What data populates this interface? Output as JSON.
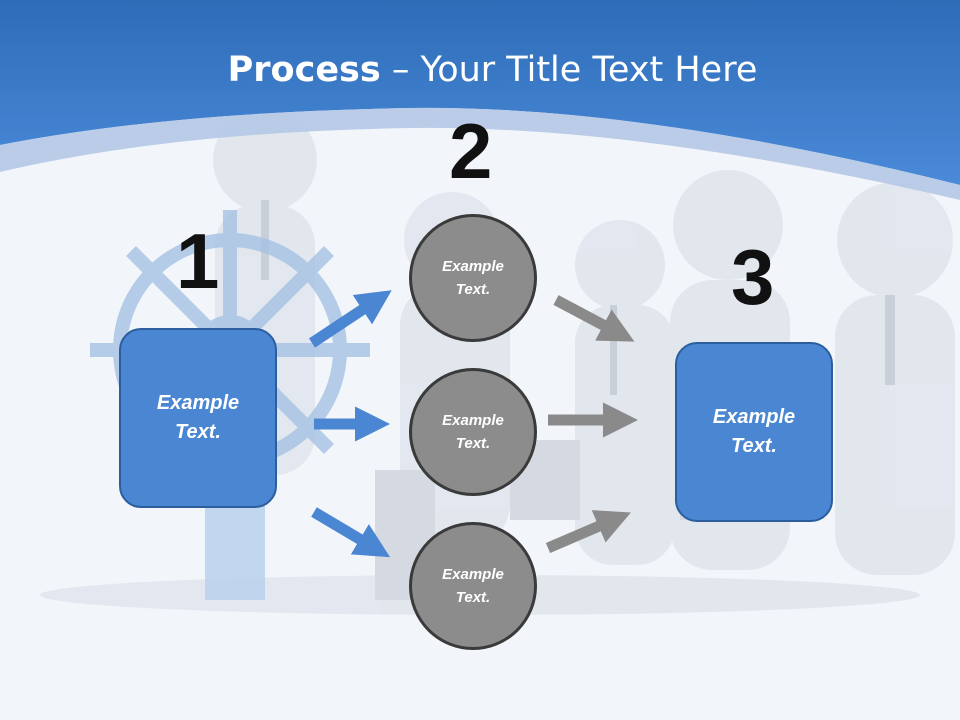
{
  "slide": {
    "title_bold": "Process",
    "title_rest": " – Your Title Text Here"
  },
  "steps": {
    "step1": {
      "number": "1",
      "text": "Example Text."
    },
    "step2": {
      "number": "2",
      "circles": [
        {
          "text": "Example Text."
        },
        {
          "text": "Example Text."
        },
        {
          "text": "Example Text."
        }
      ]
    },
    "step3": {
      "number": "3",
      "text": "Example Text."
    }
  },
  "colors": {
    "header_blue": "#3a78c8",
    "box_blue": "#4a86d2",
    "circle_gray": "#8c8c8c",
    "arrow_blue": "#4a86d2",
    "arrow_gray": "#8a8a8a"
  }
}
